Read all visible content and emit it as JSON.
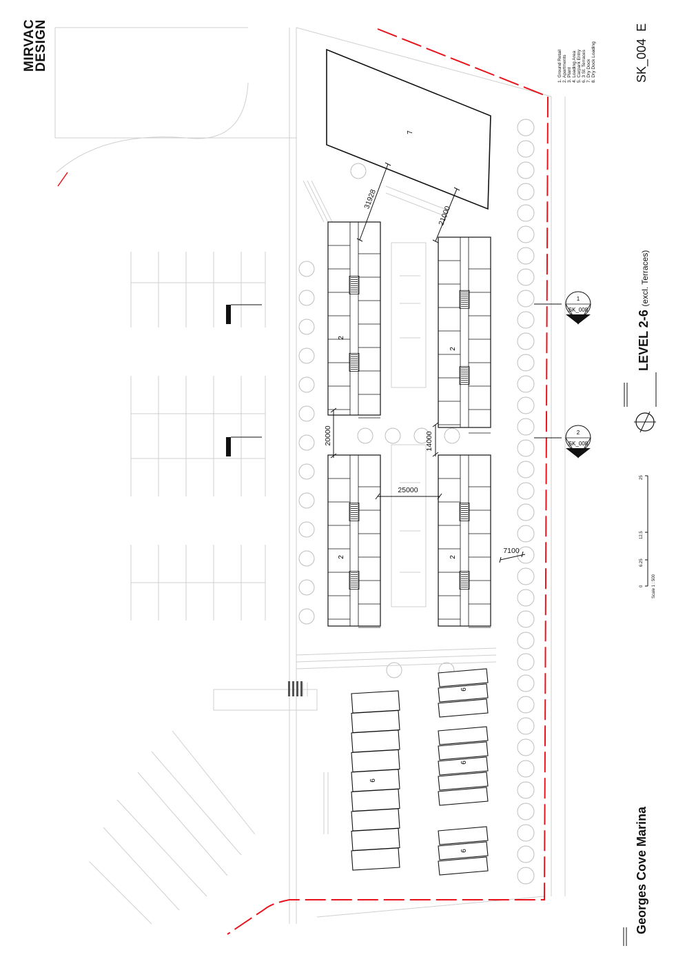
{
  "brand": {
    "line1": "MIRVAC",
    "line2": "DESIGN"
  },
  "drawing": {
    "code": "SK_004",
    "revision": "E",
    "level_title": "LEVEL 2-6",
    "level_note": "(excl. Terraces)",
    "project": "Georges Cove Marina"
  },
  "legend": [
    "1. Ground Retail",
    "2. Apartments",
    "3. Plant",
    "4. Loading Area",
    "5. Carpark Entry",
    "6. 3 St. Terraces",
    "7. Dry Dock",
    "8. Dry Dock Loading"
  ],
  "dimensions": {
    "d1": "31928",
    "d2": "21000",
    "d3": "20000",
    "d4": "14000",
    "d5": "25000",
    "d6": "7100"
  },
  "sections": [
    {
      "number": "1",
      "ref": "SK_008"
    },
    {
      "number": "2",
      "ref": "SK_008"
    }
  ],
  "area_labels": {
    "dry_dock": "7",
    "apartments_a": "2",
    "apartments_b": "2",
    "apartments_c": "2",
    "apartments_d": "2",
    "terraces_a": "6",
    "terraces_b": "6",
    "terraces_c": "6",
    "terraces_d": "6"
  },
  "scale": {
    "label": "Scale 1 : 500",
    "ticks": [
      "0",
      "6.25",
      "12.5",
      "25"
    ]
  },
  "colors": {
    "boundary": "#e8141c",
    "linework": "#111111",
    "context": "#c8c8c8"
  }
}
